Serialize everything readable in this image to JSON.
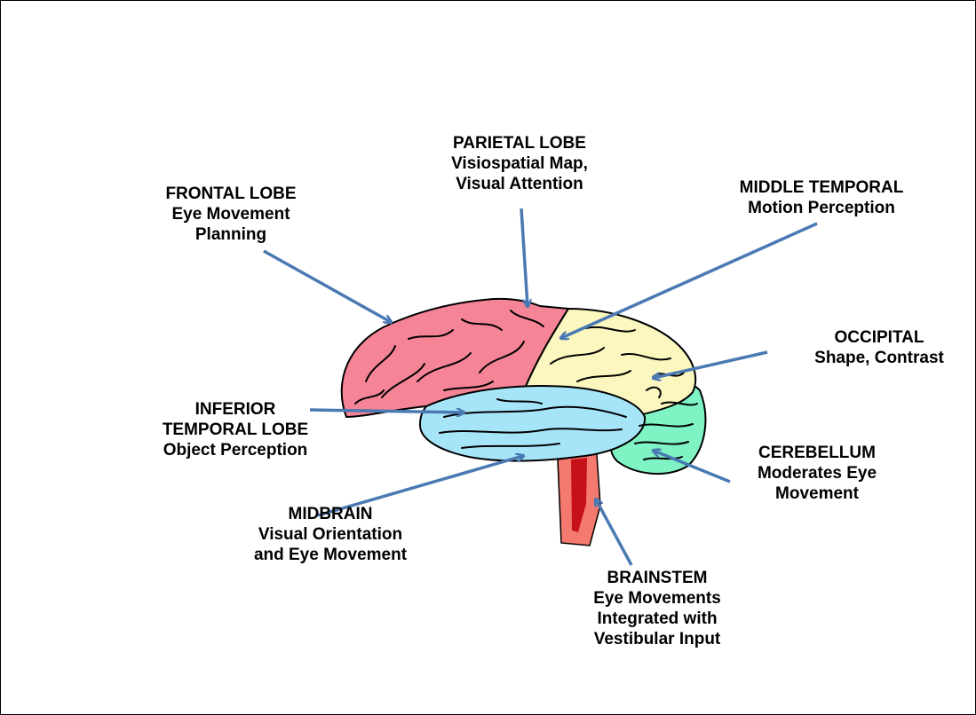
{
  "colors": {
    "frontal": "#f48496",
    "parietal": "#fbf7bf",
    "temporal": "#a6e4f8",
    "cerebellum": "#7ff3c4",
    "brainstem_outer": "#f47a70",
    "brainstem_inner": "#c6111a",
    "arrow": "#4a79b3",
    "outline": "#000000"
  },
  "labels": {
    "parietal": {
      "title": "PARIETAL LOBE",
      "line1": "Visiospatial Map,",
      "line2": "Visual Attention"
    },
    "frontal": {
      "title": "FRONTAL LOBE",
      "line1": "Eye Movement",
      "line2": "Planning"
    },
    "middle_temporal": {
      "title": "MIDDLE TEMPORAL",
      "line1": "Motion Perception"
    },
    "occipital": {
      "title": "OCCIPITAL",
      "line1": "Shape, Contrast"
    },
    "inferior_temporal": {
      "title": "INFERIOR",
      "line1": "TEMPORAL LOBE",
      "line2": "Object Perception"
    },
    "cerebellum": {
      "title": "CEREBELLUM",
      "line1": "Moderates Eye",
      "line2": "Movement"
    },
    "midbrain": {
      "title": "MIDBRAIN",
      "line1": "Visual Orientation",
      "line2": "and Eye Movement"
    },
    "brainstem": {
      "title": "BRAINSTEM",
      "line1": "Eye Movements",
      "line2": "Integrated with",
      "line3": "Vestibular Input"
    }
  }
}
